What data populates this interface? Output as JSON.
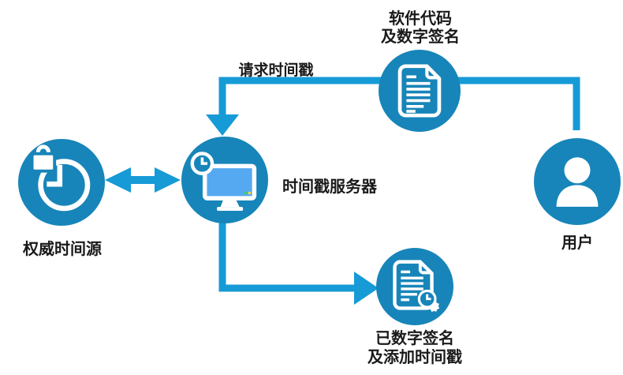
{
  "diagram": {
    "title_implicit": "timestamp-service-flow",
    "labels": {
      "software_code_line1": "软件代码",
      "software_code_line2": "及数字签名",
      "request_timestamp": "请求时间戳",
      "timestamp_server": "时间戳服务器",
      "authoritative_time_source": "权威时间源",
      "signed_line1": "已数字签名",
      "signed_line2": "及添加时间戳",
      "user": "用户"
    },
    "icons": {
      "time_source": "lock-clock-icon",
      "server": "monitor-clock-icon",
      "software_doc": "document-icon",
      "signed_doc": "document-seal-clock-icon",
      "user": "person-icon"
    },
    "colors": {
      "node_blue": "#1785b9",
      "connector_blue": "#169bd7",
      "screen_blue": "#55a9f0",
      "text": "#1a1a1a",
      "background": "#ffffff"
    }
  }
}
